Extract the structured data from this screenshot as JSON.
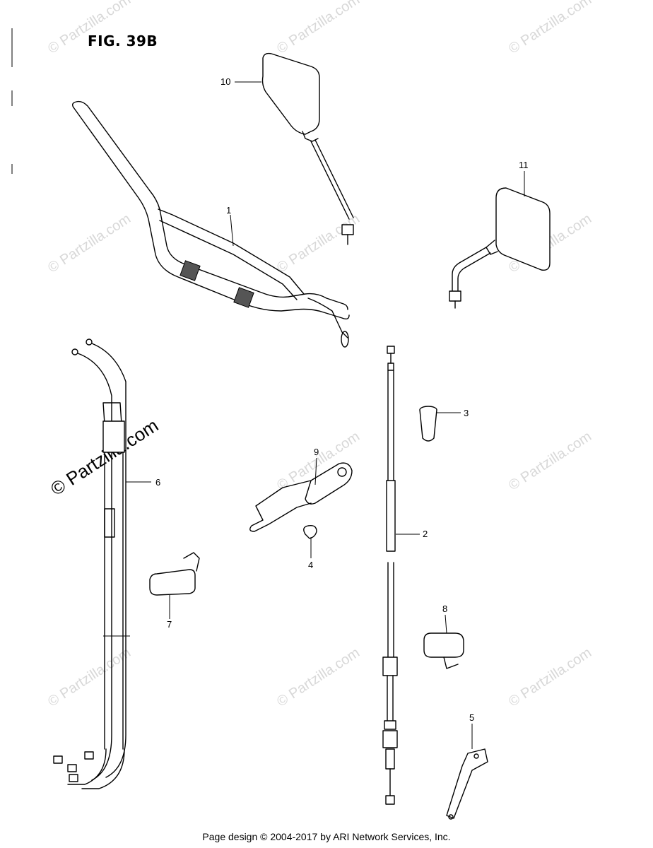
{
  "figure": {
    "title": "FIG. 39B"
  },
  "callouts": [
    "1",
    "2",
    "3",
    "4",
    "5",
    "6",
    "7",
    "8",
    "9",
    "10",
    "11"
  ],
  "watermark": {
    "text": "© Partzilla.com"
  },
  "footer": {
    "text": "Page design © 2004-2017 by ARI Network Services, Inc."
  }
}
